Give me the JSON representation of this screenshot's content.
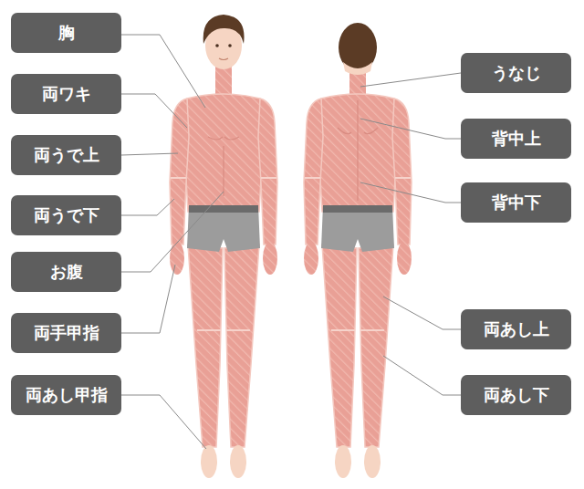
{
  "diagram": {
    "nodes": [
      {
        "text": [
          "胸"
        ]
      },
      {
        "text": [
          "両ワキ"
        ]
      },
      {
        "text": [
          "両うで上"
        ]
      },
      {
        "text": [
          "両うで下"
        ]
      },
      {
        "text": [
          "お腹"
        ]
      },
      {
        "text": [
          "両手甲指"
        ]
      },
      {
        "text": [
          "両あし甲指"
        ]
      },
      {
        "text": [
          "うなじ"
        ]
      },
      {
        "text": [
          "背中上"
        ]
      },
      {
        "text": [
          "背中下"
        ]
      },
      {
        "text": [
          "両あし上"
        ]
      },
      {
        "text": [
          "両あし下"
        ]
      }
    ]
  }
}
